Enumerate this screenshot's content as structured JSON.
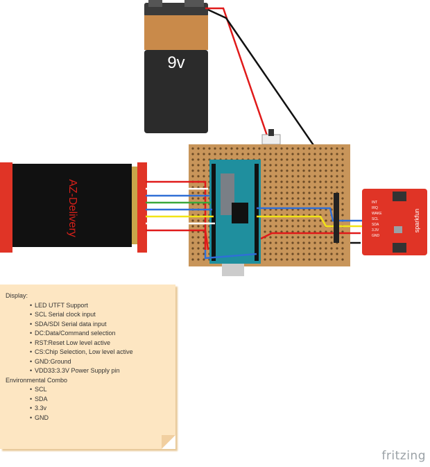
{
  "battery": {
    "label": "9v"
  },
  "tft": {
    "brand": "AZ-Delivery"
  },
  "sensor": {
    "brand": "sparkfun",
    "pins": [
      "INT",
      "IRQ",
      "WAKE",
      "SCL",
      "SDA",
      "3.3V",
      "GND"
    ]
  },
  "note": {
    "display_title": "Display:",
    "display_items": [
      "LED UTFT Support",
      "SCL Serial clock input",
      "SDA/SDI Serial data input",
      "DC:Data/Command selection",
      "RST:Reset Low level active",
      "CS:Chip Selection,  Low level active",
      "GND:Ground",
      "VDD33:3.3V Power Supply pin"
    ],
    "env_title": "Environmental Combo",
    "env_items": [
      "SCL",
      "SDA",
      "3.3v",
      "GND"
    ]
  },
  "watermark": "fritzing",
  "colors": {
    "battery_top": "#c98a4a",
    "battery_body": "#2b2b2b",
    "wire_red": "#e01a1a",
    "wire_black": "#111111",
    "wire_yellow": "#f2e416",
    "wire_blue": "#2f6fd6",
    "wire_green": "#3aa83a",
    "stripboard": "#c8955a",
    "board_red": "#e03426",
    "arduino_teal": "#1f8f9e"
  }
}
